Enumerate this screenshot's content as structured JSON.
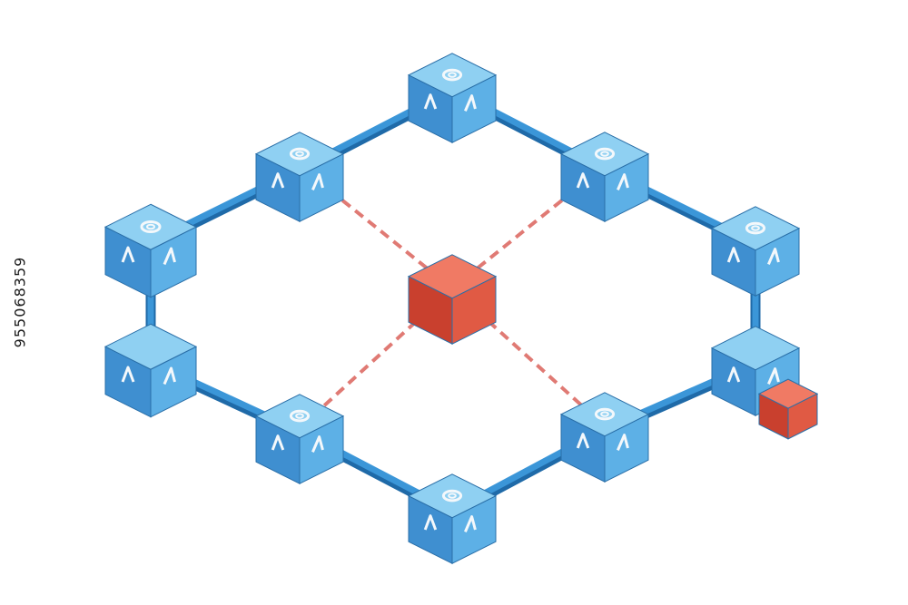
{
  "watermark_id": "955068359",
  "colors": {
    "cube_top": "#8fd0f2",
    "cube_left": "#3f8fd0",
    "cube_right": "#5db0e6",
    "cube_edge": "#2a6fa8",
    "beam": "#3b96d8",
    "beam_shade": "#1f6aa8",
    "highlight_top": "#f07a64",
    "highlight_left": "#c9402e",
    "highlight_right": "#e05a44",
    "dashed_link": "#e07a74",
    "symbol": "#f4f8fb"
  },
  "nodes": [
    {
      "id": "top",
      "symbol": "gear"
    },
    {
      "id": "upper-left-1",
      "symbol": "gear"
    },
    {
      "id": "upper-left-2",
      "symbol": "gear"
    },
    {
      "id": "left-lower",
      "symbol": "none"
    },
    {
      "id": "lower-left",
      "symbol": "gear"
    },
    {
      "id": "bottom",
      "symbol": "gear"
    },
    {
      "id": "lower-right",
      "symbol": "gear"
    },
    {
      "id": "right-lower",
      "symbol": "none"
    },
    {
      "id": "right-upper",
      "symbol": "gear"
    },
    {
      "id": "upper-right",
      "symbol": "gear"
    },
    {
      "id": "center",
      "symbol": "none",
      "highlight": true
    },
    {
      "id": "side-red",
      "symbol": "none",
      "highlight": true
    }
  ]
}
